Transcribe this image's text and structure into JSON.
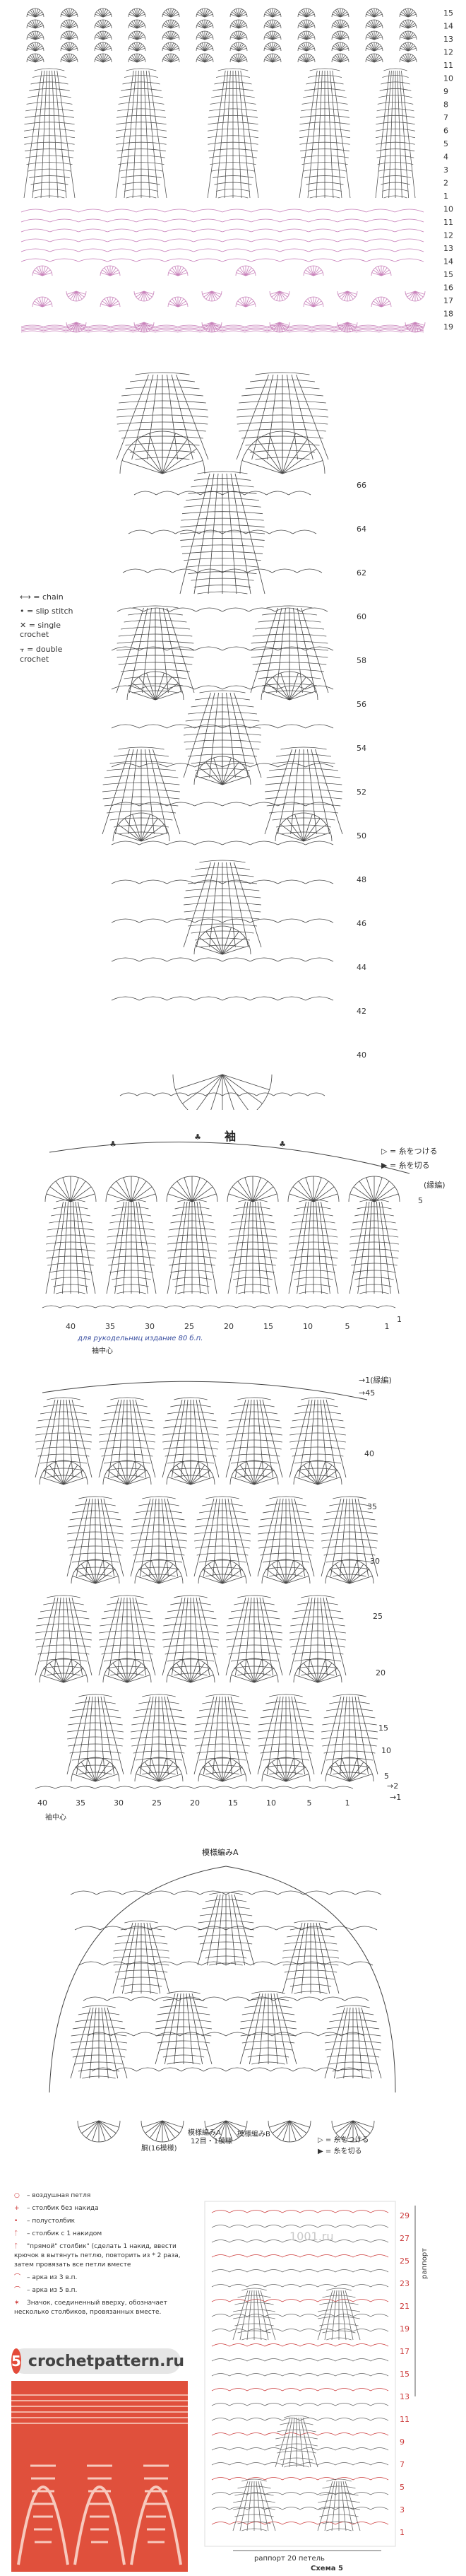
{
  "panel1": {
    "right_numbers": [
      "15",
      "14",
      "13",
      "12",
      "11",
      "10",
      "9",
      "8",
      "7",
      "6",
      "5",
      "4",
      "3",
      "2",
      "1",
      "10",
      "11",
      "12",
      "13",
      "14",
      "15",
      "16",
      "17",
      "18",
      "19"
    ]
  },
  "panel2": {
    "legend": [
      {
        "symbol": "⟷",
        "label": "= chain"
      },
      {
        "symbol": "•",
        "label": "= slip stitch"
      },
      {
        "symbol": "✕",
        "label": "= single crochet"
      },
      {
        "symbol": "⫟",
        "label": "= double crochet"
      }
    ],
    "row_numbers": [
      "66",
      "64",
      "62",
      "60",
      "58",
      "56",
      "54",
      "52",
      "50",
      "48",
      "46",
      "44",
      "42",
      "40"
    ]
  },
  "panel3": {
    "title": "袖",
    "legend": [
      {
        "symbol": "▷",
        "label": "= 糸をつける"
      },
      {
        "symbol": "▶",
        "label": "= 糸を切る"
      }
    ],
    "right_labels": [
      "5",
      "1"
    ],
    "side_label": "(縁編)",
    "bottom_numbers": [
      "40",
      "35",
      "30",
      "25",
      "20",
      "15",
      "10",
      "5",
      "1"
    ],
    "center_label": "袖中心",
    "watermark": "для рукодельниц издание 80 б.п."
  },
  "panel4": {
    "right_labels": [
      "→1(縁編)",
      "→45",
      "40",
      "35",
      "30",
      "25",
      "20",
      "15",
      "10",
      "5",
      "→2",
      "→1"
    ],
    "bottom_numbers": [
      "40",
      "35",
      "30",
      "25",
      "20",
      "15",
      "10",
      "5",
      "1"
    ],
    "center_label": "袖中心"
  },
  "panel5": {
    "title": "模様編みA",
    "bottom_label_left": "模様編みA",
    "bottom_label_mid": "12目・1模様",
    "bottom_label_right": "模様編みB",
    "bottom_caption": "胴(16模様)",
    "legend": [
      {
        "symbol": "▷",
        "label": "= 糸をつける"
      },
      {
        "symbol": "▶",
        "label": "= 糸を切る"
      }
    ]
  },
  "panel6": {
    "legend": [
      {
        "symbol": "○",
        "label": "– воздушная петля"
      },
      {
        "symbol": "+",
        "label": "– столбик без накида"
      },
      {
        "symbol": "•",
        "label": "– полустолбик"
      },
      {
        "symbol": "ᛏ",
        "label": "– столбик с 1 накидом"
      },
      {
        "symbol": "ᛏ",
        "label": "\"прямой\" столбик\" (сделать 1 накид, ввести крючок в вытянуть петлю, повторить из * 2 раза, затем провязать все петли вместе"
      },
      {
        "symbol": "⌒",
        "label": "– арка из 3 в.п."
      },
      {
        "symbol": "⌒",
        "label": "– арка из 5 в.п."
      },
      {
        "symbol": "✶",
        "label": "Значок, соединенный вверху, обозначает несколько столбиков, провязанных вместе."
      }
    ],
    "logo_number": "5",
    "logo_text": "crochetpattern.ru",
    "watermark": "1001.ru",
    "side_label": "раппорт",
    "bottom_label": "раппорт 20 петель",
    "caption": "Схема 5",
    "right_rows": [
      "29",
      "27",
      "25",
      "23",
      "21",
      "19",
      "17",
      "15",
      "13",
      "11",
      "9",
      "7",
      "5",
      "3",
      "1"
    ]
  }
}
